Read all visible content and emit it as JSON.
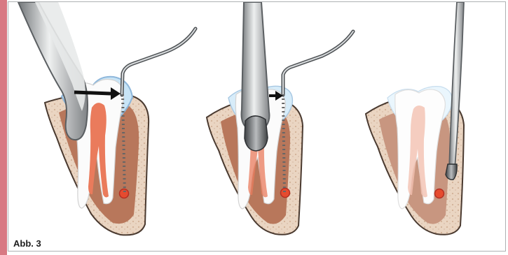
{
  "figure": {
    "caption": "Abb. 3",
    "panels": [
      {
        "id": 1,
        "instrument": "curved-forceps",
        "contact": "right-angled-probe"
      },
      {
        "id": 2,
        "instrument": "straight-instrument",
        "contact": "right-angled-probe"
      },
      {
        "id": 3,
        "instrument": "fine-probe",
        "contact": "apical-point"
      }
    ],
    "colors": {
      "accent": "#d87983",
      "bone": "#e6c9b3",
      "bone_dark": "#b8775b",
      "tooth": "#f8f8f8",
      "pulp": "#e87c5e",
      "apical_dot": "#e64b2f",
      "instrument": "#a5a8aa",
      "arrow": "#111111"
    }
  }
}
